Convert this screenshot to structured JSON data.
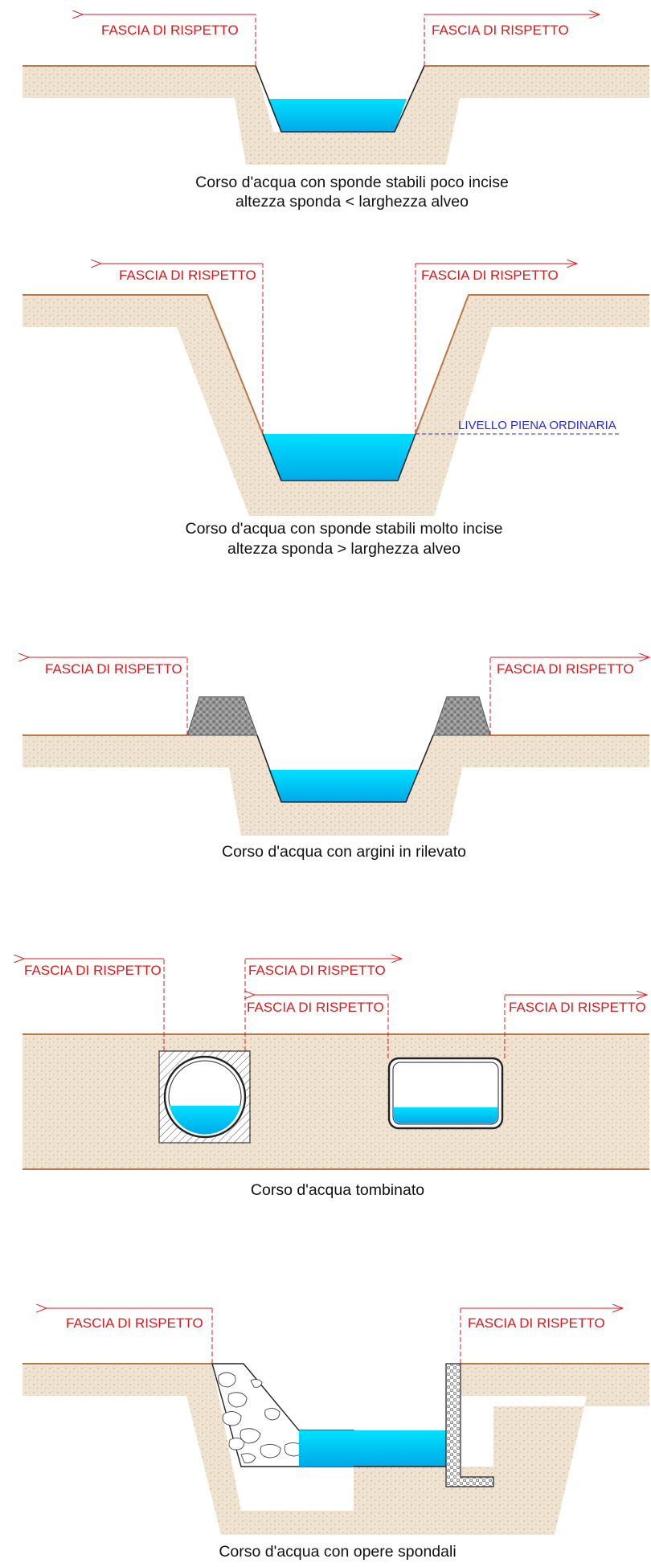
{
  "colors": {
    "ground": "#efe4d2",
    "ground_line": "#b97845",
    "water_top": "#00e0ff",
    "water_bottom": "#00a9e8",
    "label": "#e0191b",
    "level_label": "#2b2bd6"
  },
  "icons": {
    "arrow": "red-arrow-icon",
    "embankment": "gravel-embankment-icon",
    "pipe": "pipe-culvert-icon",
    "box": "box-culvert-icon",
    "riprap": "riprap-wall-icon",
    "wall": "retaining-wall-icon"
  },
  "section1": {
    "label_left": "FASCIA DI RISPETTO",
    "label_right": "FASCIA DI RISPETTO",
    "caption_line1": "Corso d'acqua con sponde stabili poco incise",
    "caption_line2": "altezza sponda < larghezza alveo"
  },
  "section2": {
    "label_left": "FASCIA DI RISPETTO",
    "label_right": "FASCIA DI RISPETTO",
    "level_label": "LIVELLO PIENA ORDINARIA",
    "caption_line1": "Corso d'acqua con sponde stabili molto incise",
    "caption_line2": "altezza sponda > larghezza alveo"
  },
  "section3": {
    "label_left": "FASCIA DI RISPETTO",
    "label_right": "FASCIA DI RISPETTO",
    "caption": "Corso d'acqua con argini in rilevato"
  },
  "section4": {
    "label_top_left": "FASCIA DI RISPETTO",
    "label_top_mid": "FASCIA DI RISPETTO",
    "label_mid_left": "FASCIA DI RISPETTO",
    "label_mid_right": "FASCIA DI RISPETTO",
    "caption": "Corso d'acqua tombinato"
  },
  "section5": {
    "label_left": "FASCIA DI RISPETTO",
    "label_right": "FASCIA DI RISPETTO",
    "caption": "Corso d'acqua con opere spondali"
  }
}
